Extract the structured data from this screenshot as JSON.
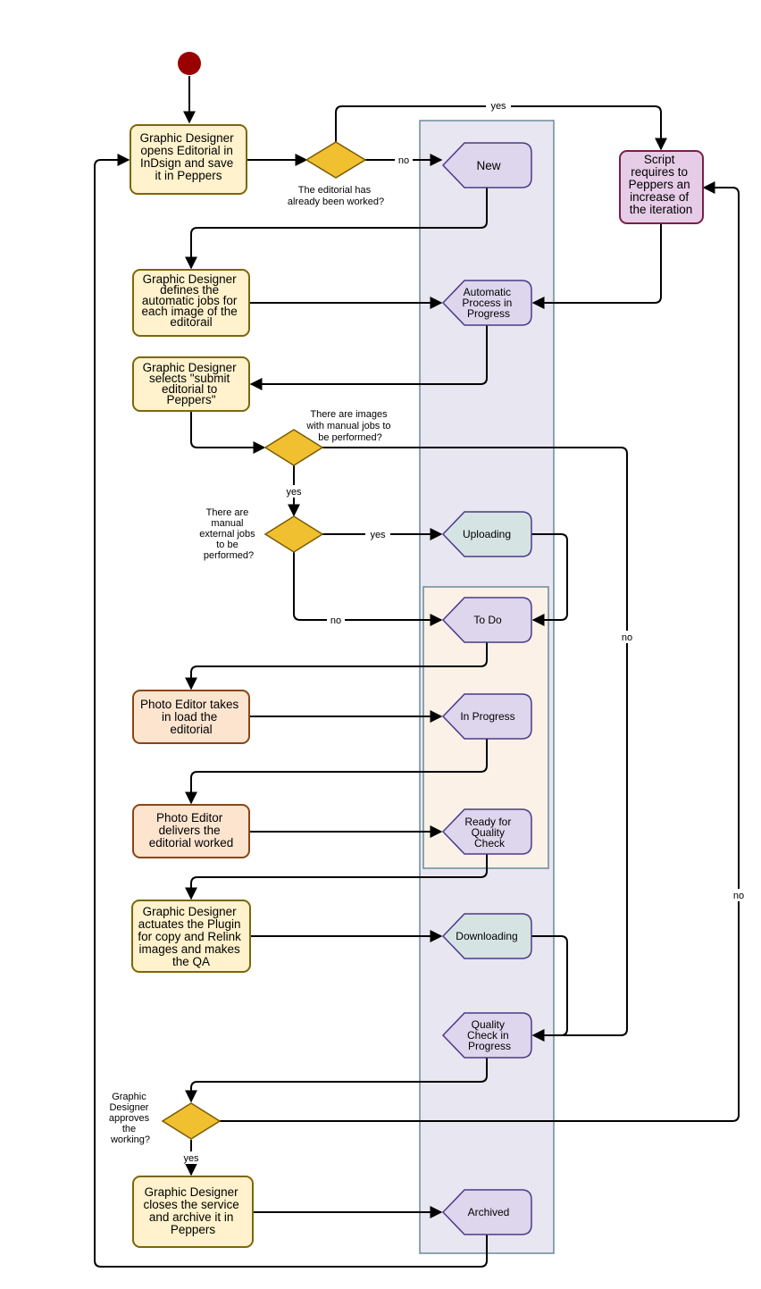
{
  "colors": {
    "designer_fill": "#fff2cc",
    "designer_stroke": "#7d6608",
    "editor_fill": "#fce4cf",
    "editor_stroke": "#8b4513",
    "script_fill": "#e6cce6",
    "script_stroke": "#7a1f45",
    "state_fill": "#ddd6ec",
    "state_stroke": "#4b3a8a",
    "transfer_fill": "#d6e3e3",
    "decision_fill": "#f0c030",
    "decision_stroke": "#7a5a00",
    "start_fill": "#990000",
    "lane_main_fill": "#e8e6f0",
    "lane_main_stroke": "#6a8a9a",
    "lane_sub_fill": "#fbf1e6",
    "lane_sub_stroke": "#6a8a9a"
  },
  "actions": {
    "open_editorial": [
      "Graphic Designer",
      "opens Editorial in",
      "InDsign and save",
      "it in Peppers"
    ],
    "define_jobs": [
      "Graphic Designer",
      "defines the",
      "automatic jobs for",
      "each image of the",
      "editorail"
    ],
    "submit_editorial": [
      "Graphic Designer",
      "selects \"submit",
      "editorial to",
      "Peppers\""
    ],
    "photo_load": [
      "Photo Editor takes",
      "in load the",
      "editorial"
    ],
    "photo_deliver": [
      "Photo Editor",
      "delivers the",
      "editorial worked"
    ],
    "actuate_plugin": [
      "Graphic Designer",
      "actuates the Plugin",
      "for copy and Relink",
      "images and makes",
      "the QA"
    ],
    "close_service": [
      "Graphic Designer",
      "closes the service",
      "and archive it in",
      "Peppers"
    ],
    "script_iteration": [
      "Script",
      "requires to",
      "Peppers an",
      "increase of",
      "the iteration"
    ]
  },
  "states": {
    "new": [
      "New"
    ],
    "automatic": [
      "Automatic",
      "Process in",
      "Progress"
    ],
    "uploading": [
      "Uploading"
    ],
    "todo": [
      "To Do"
    ],
    "in_progress": [
      "In Progress"
    ],
    "ready_qc": [
      "Ready for",
      "Quality",
      "Check"
    ],
    "downloading": [
      "Downloading"
    ],
    "qc_progress": [
      "Quality",
      "Check in",
      "Progress"
    ],
    "archived": [
      "Archived"
    ]
  },
  "decisions": {
    "already_worked": [
      "The editorial has",
      "already been worked?"
    ],
    "manual_jobs": [
      "There are images",
      "with manual jobs to",
      "be performed?"
    ],
    "external_jobs": [
      "There are",
      "manual",
      "external jobs",
      "to be",
      "performed?"
    ],
    "approves": [
      "Graphic",
      "Designer",
      "approves",
      "the",
      "working?"
    ]
  },
  "edge_labels": {
    "yes_top": "yes",
    "no_new": "no",
    "yes_manual": "yes",
    "yes_uploading": "yes",
    "no_todo": "no",
    "no_qc": "no",
    "yes_archive": "yes",
    "no_iteration": "no"
  }
}
